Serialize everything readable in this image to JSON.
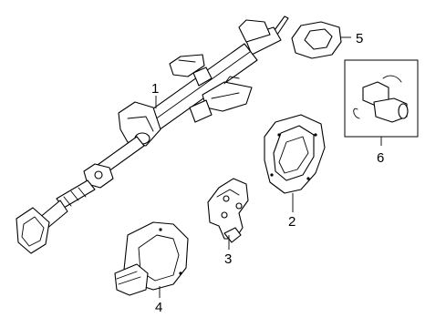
{
  "callouts": {
    "c1": "1",
    "c2": "2",
    "c3": "3",
    "c4": "4",
    "c5": "5",
    "c6": "6"
  },
  "parts": [
    "steering-column-assembly",
    "column-cover",
    "bracket",
    "boot",
    "seal",
    "switch-assembly"
  ]
}
